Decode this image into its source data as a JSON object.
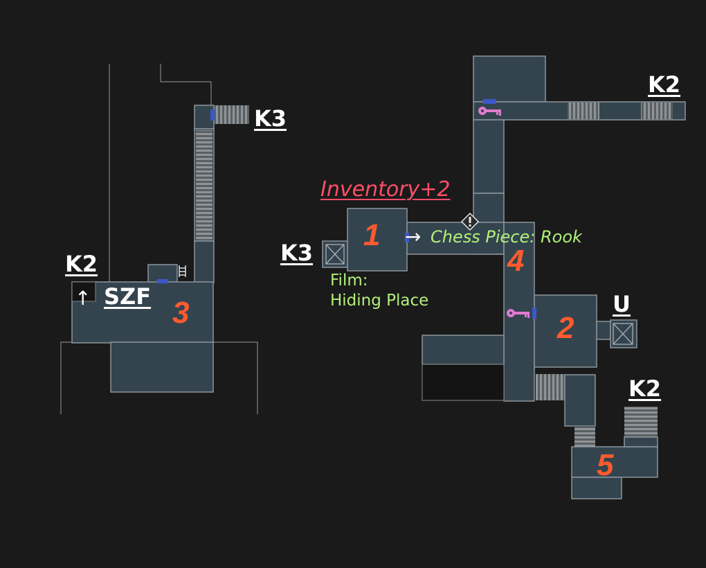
{
  "labels": {
    "k3_left": "K3",
    "k2_left": "K2",
    "szf": "SZF",
    "room_3": "3",
    "inventory": "Inventory+2",
    "k3_mid": "K3",
    "room_1": "1",
    "film": "Film:",
    "hiding_place": "Hiding Place",
    "chess_piece": "Chess Piece: Rook",
    "room_4": "4",
    "k2_top_right": "K2",
    "u": "U",
    "room_2": "2",
    "k2_bottom_right": "K2",
    "room_5": "5"
  },
  "glyphs": {
    "up_arrow": "↑",
    "right_arrow": "→"
  },
  "icons": [
    "key-icon",
    "key-icon",
    "save-icon",
    "ladder-icon",
    "elevator-icon",
    "crate-icon"
  ],
  "colors": {
    "room_fill": "#34444f",
    "room_number": "#ff5b2e",
    "item_text": "#b3f07a",
    "upgrade_text": "#ff4e66",
    "key_icon": "#e07ad0",
    "door": "#3c58c8"
  }
}
